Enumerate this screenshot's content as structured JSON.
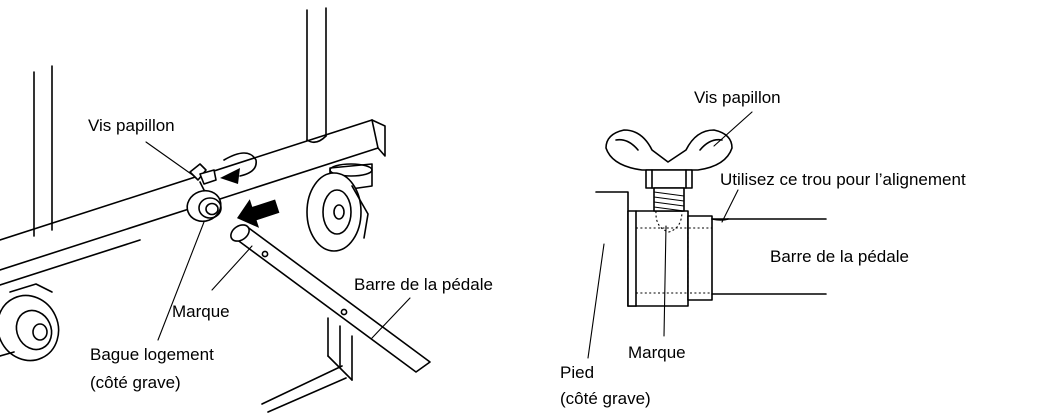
{
  "left_figure": {
    "labels": {
      "wing_screw": "Vis papillon",
      "pedal_bar": "Barre de la pédale",
      "mark": "Marque",
      "socket_line1": "Bague logement",
      "socket_line2": "(côté grave)"
    }
  },
  "right_figure": {
    "labels": {
      "wing_screw": "Vis papillon",
      "alignment_hole": "Utilisez ce trou pour l’alignement",
      "pedal_bar": "Barre de la pédale",
      "mark": "Marque",
      "leg_line1": "Pied",
      "leg_line2": "(côté grave)"
    }
  }
}
